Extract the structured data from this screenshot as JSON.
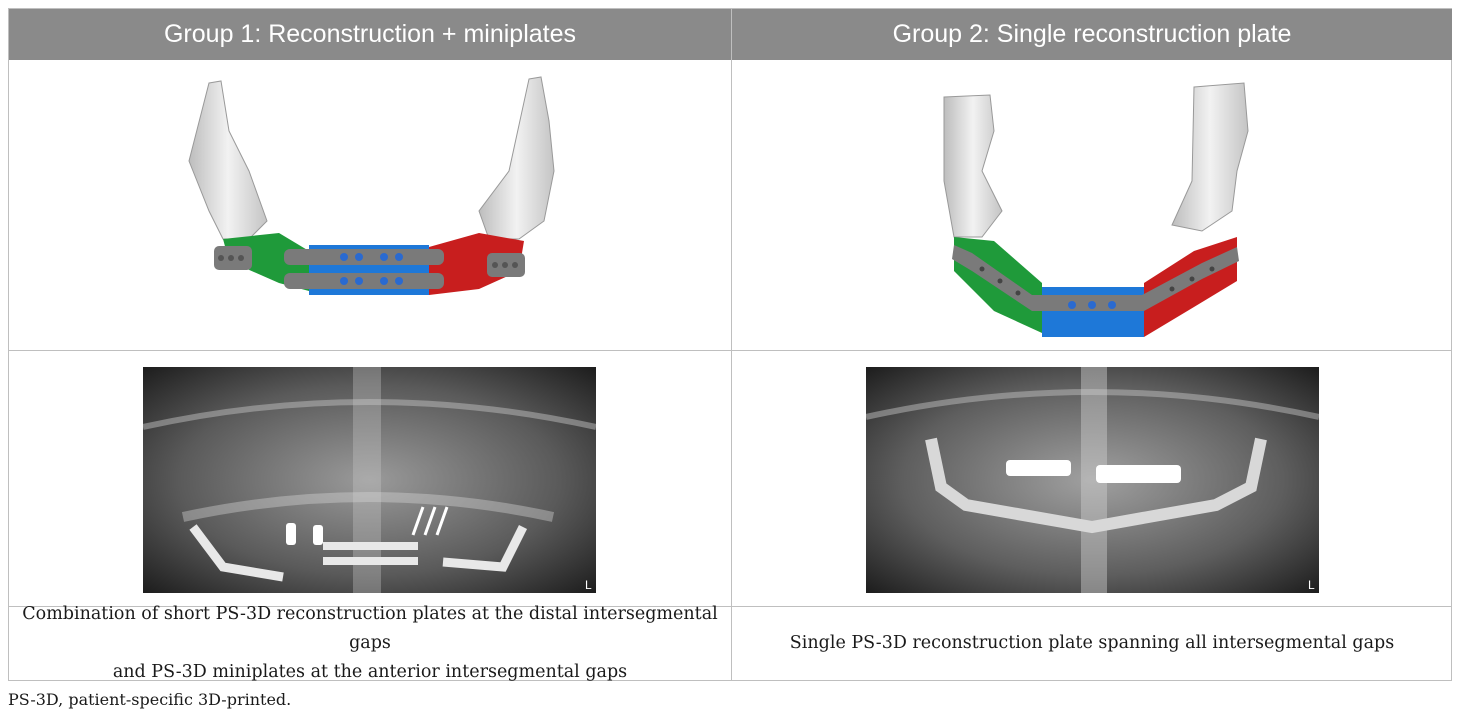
{
  "columns": [
    {
      "header": "Group 1: Reconstruction + miniplates",
      "caption_line1": "Combination of short PS-3D reconstruction plates at the distal intersegmental gaps",
      "caption_line2": "and PS-3D miniplates at the anterior intersegmental gaps",
      "xray_marker": "L"
    },
    {
      "header": "Group 2: Single reconstruction plate",
      "caption_line1": "Single PS-3D reconstruction plate spanning all intersegmental gaps",
      "caption_line2": "",
      "xray_marker": "L"
    }
  ],
  "footnote": "PS-3D, patient-specific 3D-printed.",
  "colors": {
    "header_bg": "#8a8a8a",
    "segment_green": "#1f9a3a",
    "segment_blue": "#1e78d8",
    "segment_red": "#c81e1e",
    "plate_gray": "#7a7a7a",
    "bone": "#e4e4e4"
  }
}
